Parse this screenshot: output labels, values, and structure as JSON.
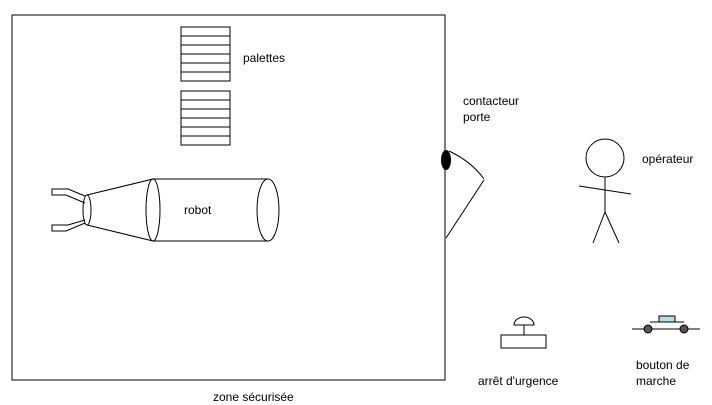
{
  "labels": {
    "palettes": "palettes",
    "robot": "robot",
    "contacteur_line1": "contacteur",
    "contacteur_line2": "porte",
    "operateur": "opérateur",
    "arret_urgence": "arrêt d'urgence",
    "bouton_line1": "bouton de",
    "bouton_line2": "marche",
    "zone": "zone sécurisée"
  },
  "colors": {
    "stroke": "#000000",
    "background": "#ffffff",
    "button_cap": "#b7dde8",
    "door_contact": "#000000"
  },
  "icons": {
    "pallet": "pallet-stack-icon",
    "robot": "robot-arm-icon",
    "door_contact": "door-contact-icon",
    "operator": "stick-figure-icon",
    "emergency_stop": "emergency-stop-icon",
    "start_button": "push-button-icon"
  }
}
